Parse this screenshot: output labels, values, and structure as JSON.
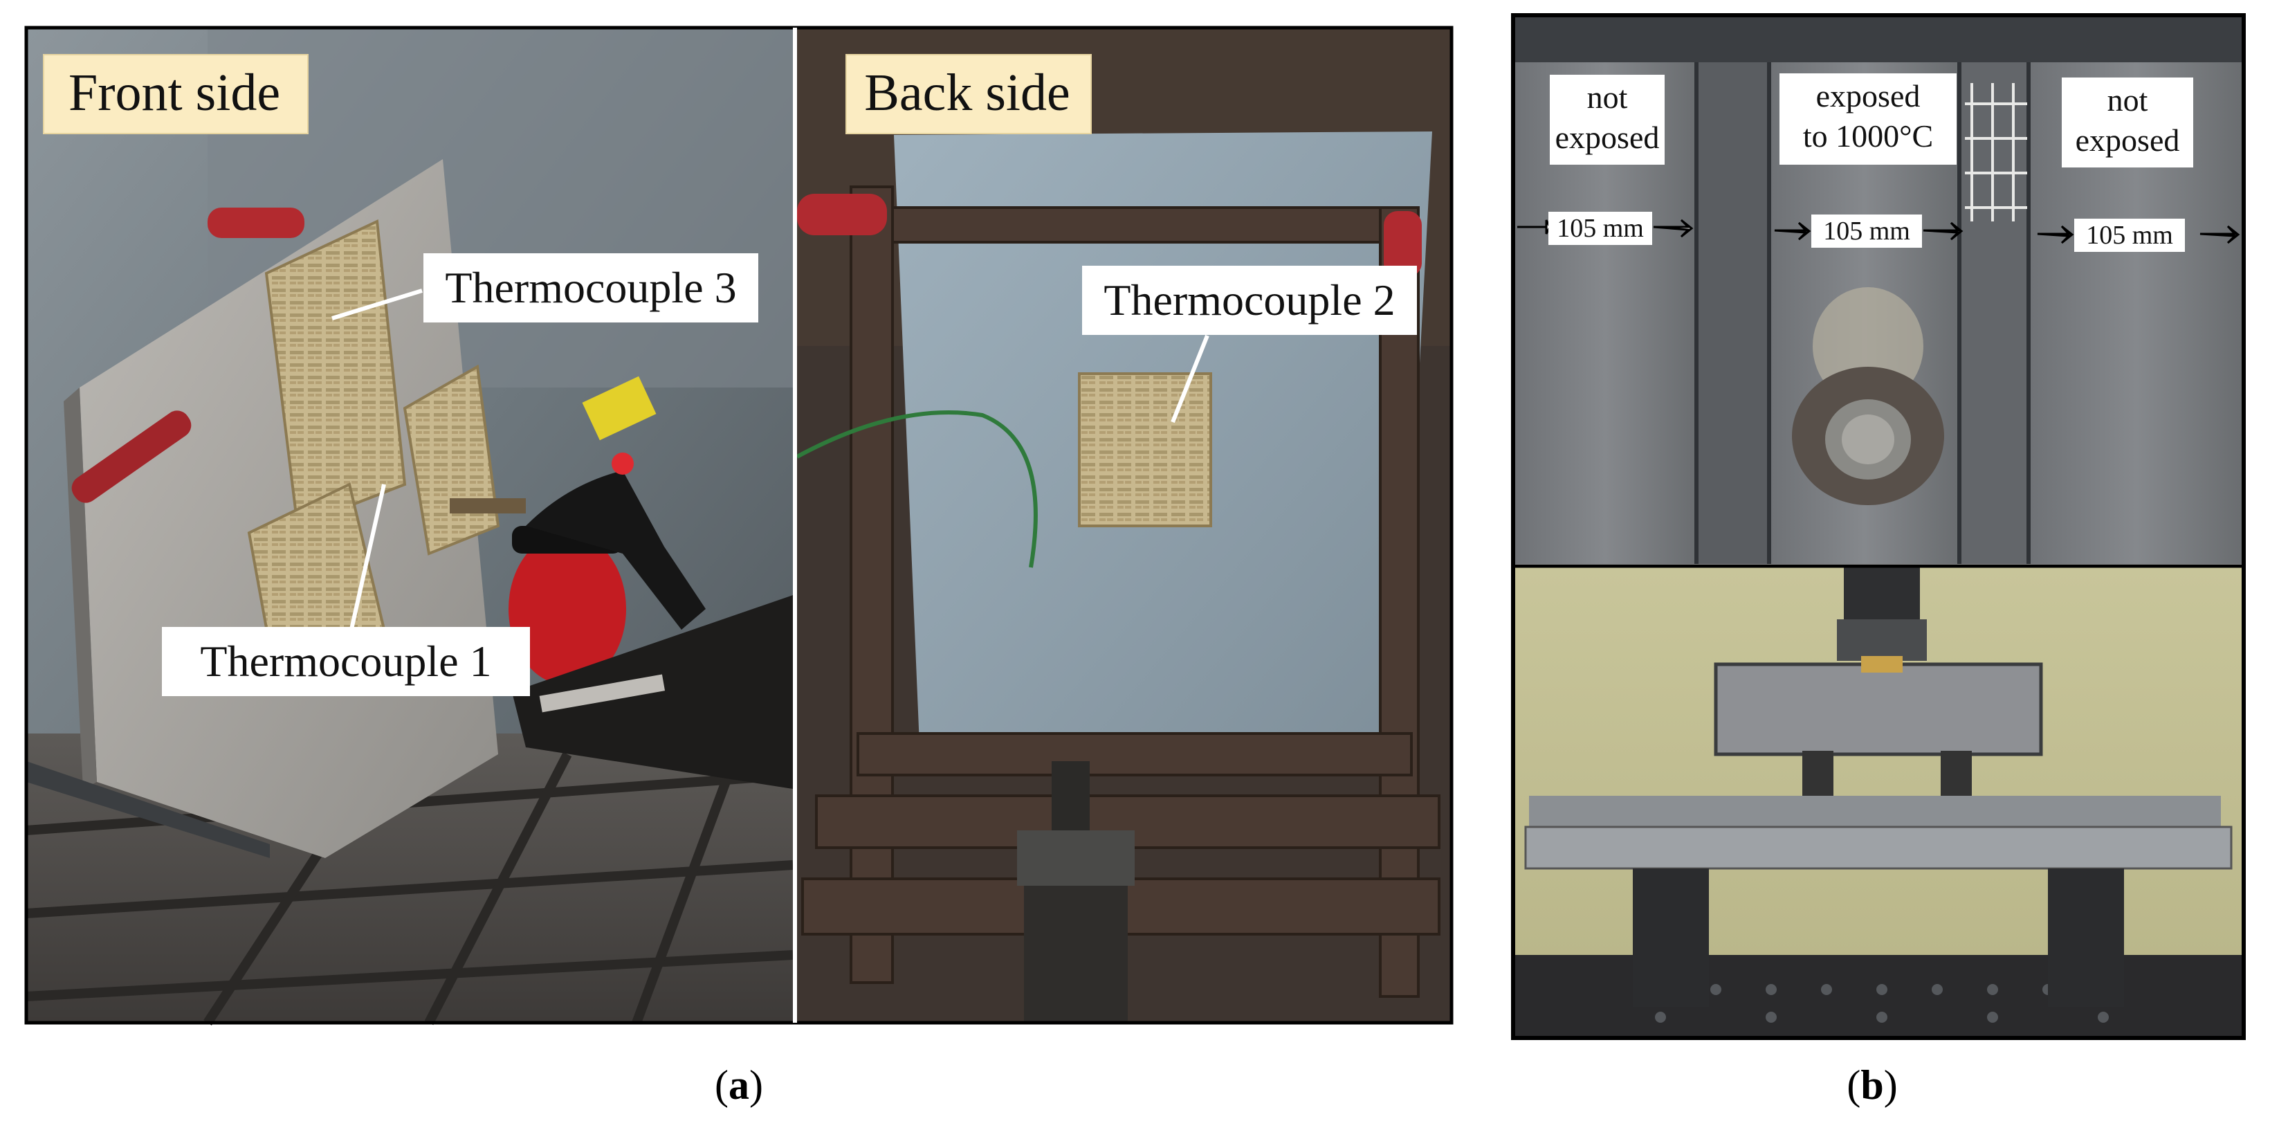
{
  "figure": {
    "panel_a": {
      "front_label": "Front side",
      "back_label": "Back side",
      "thermocouple_1": "Thermocouple 1",
      "thermocouple_2": "Thermocouple 2",
      "thermocouple_3": "Thermocouple 3",
      "caption_open": "(",
      "caption_letter": "a",
      "caption_close": ")"
    },
    "panel_b": {
      "left_label_line1": "not",
      "left_label_line2": "exposed",
      "center_label_line1": "exposed",
      "center_label_line2": "to 1000°C",
      "right_label_line1": "not",
      "right_label_line2": "exposed",
      "dimension_left": "105 mm",
      "dimension_center": "105 mm",
      "dimension_right": "105 mm",
      "caption_open": "(",
      "caption_letter": "b",
      "caption_close": ")"
    }
  }
}
